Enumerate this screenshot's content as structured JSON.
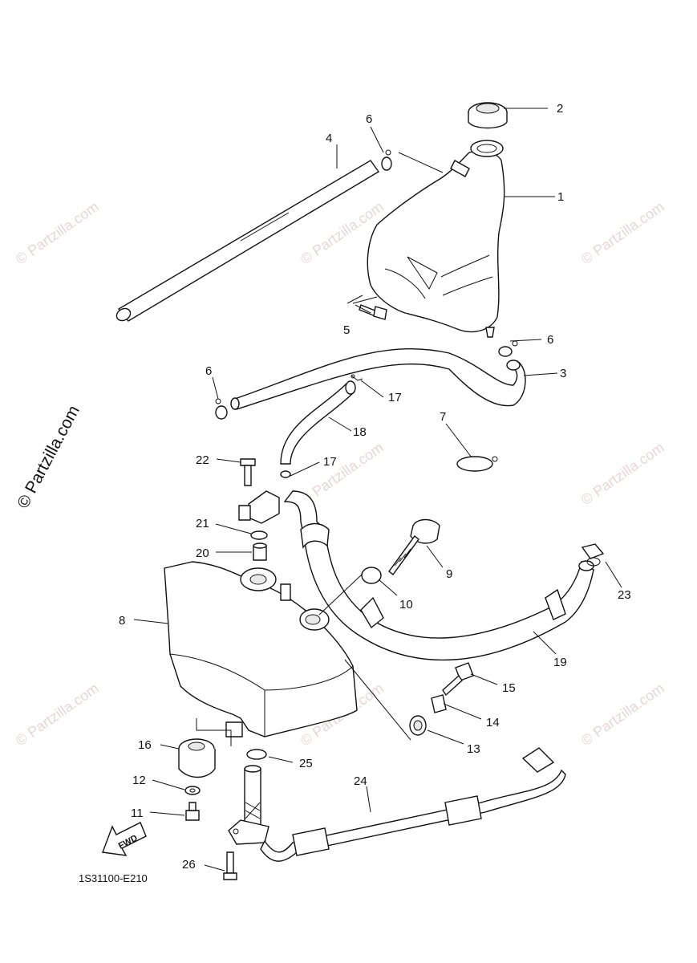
{
  "diagram_code": "1S31100-E210",
  "fwd_label": "FWD",
  "main_watermark": "© Partzilla.com",
  "tiled_watermark": "© Partzilla.com",
  "callouts": [
    "1",
    "2",
    "3",
    "4",
    "5",
    "6",
    "6",
    "6",
    "7",
    "8",
    "9",
    "10",
    "11",
    "12",
    "13",
    "14",
    "15",
    "16",
    "17",
    "17",
    "18",
    "19",
    "20",
    "21",
    "22",
    "23",
    "24",
    "25",
    "26"
  ]
}
